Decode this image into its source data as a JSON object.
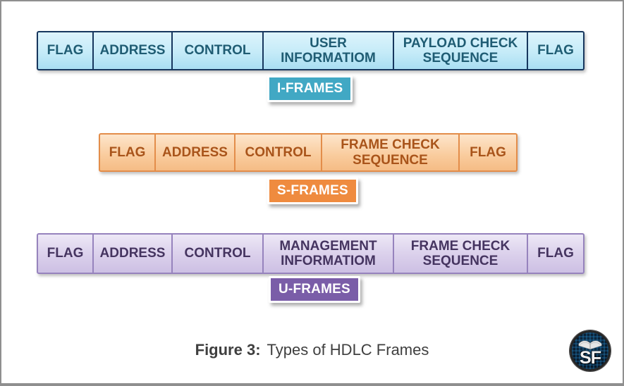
{
  "caption": {
    "prefix": "Figure 3:",
    "text": "Types of HDLC Frames"
  },
  "frames": [
    {
      "id": "i-frames",
      "label": "I-FRAMES",
      "cells": [
        "FLAG",
        "ADDRESS",
        "CONTROL",
        "USER INFORMATIOM",
        "PAYLOAD CHECK SEQUENCE",
        "FLAG"
      ]
    },
    {
      "id": "s-frames",
      "label": "S-FRAMES",
      "cells": [
        "FLAG",
        "ADDRESS",
        "CONTROL",
        "FRAME CHECK SEQUENCE",
        "FLAG"
      ]
    },
    {
      "id": "u-frames",
      "label": "U-FRAMES",
      "cells": [
        "FLAG",
        "ADDRESS",
        "CONTROL",
        "MANAGEMENT INFORMATIOM",
        "FRAME CHECK SEQUENCE",
        "FLAG"
      ]
    }
  ],
  "colors": {
    "i_label_bg": "#41a8c4",
    "s_label_bg": "#ef8b3f",
    "u_label_bg": "#7a5da8",
    "blue_border": "#17375e",
    "orange_border": "#e38d4a",
    "purple_border": "#9683bd",
    "caption_text": "#3f3f3f"
  },
  "logo": {
    "text": "SF"
  }
}
